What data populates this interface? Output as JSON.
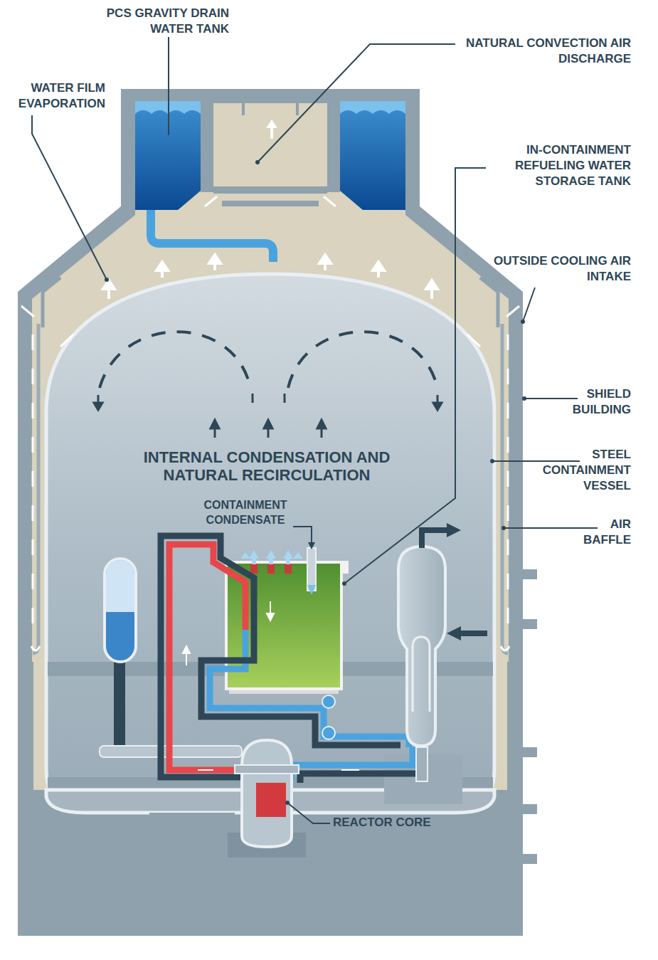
{
  "diagram": {
    "labels": [
      "PCS GRAVITY DRAIN WATER TANK",
      "NATURAL CONVECTION AIR DISCHARGE",
      "WATER FILM EVAPORATION",
      "IN-CONTAINMENT REFUELING WATER STORAGE TANK",
      "OUTSIDE COOLING AIR INTAKE",
      "SHIELD BUILDING",
      "STEEL CONTAINMENT VESSEL",
      "INTERNAL CONDENSATION AND NATURAL RECIRCULATION",
      "AIR BAFFLE",
      "CONTAINMENT CONDENSATE",
      "REACTOR CORE"
    ]
  }
}
